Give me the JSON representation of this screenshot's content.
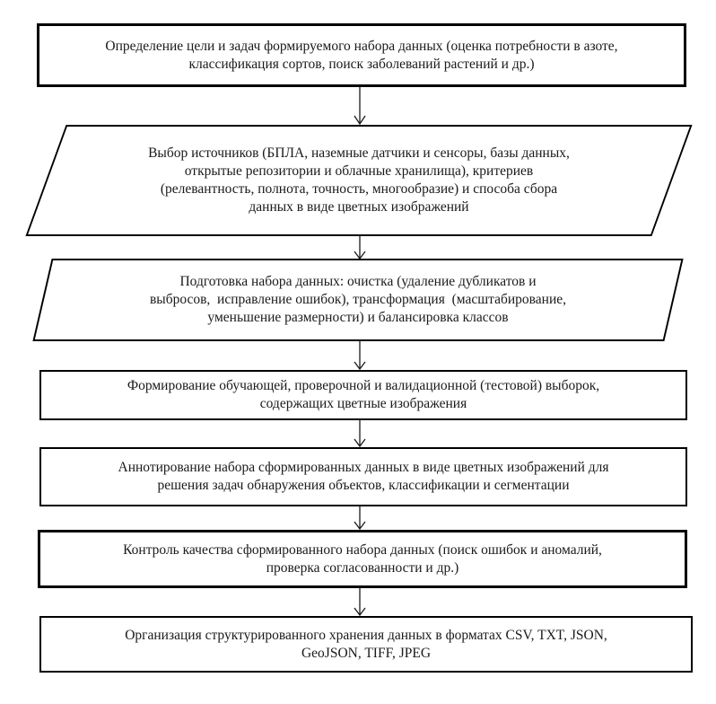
{
  "flowchart": {
    "description": "Dataset formation pipeline flowchart",
    "colors": {
      "background": "#ffffff",
      "box_border": "#000000",
      "text": "#1a1a1a",
      "connector": "#1a1a1a"
    },
    "steps": [
      {
        "id": "define-goals",
        "shape": "rectangle",
        "lines": [
          "Определение цели и задач формируемого набора данных (оценка потребности в азоте,",
          "классификация сортов, поиск заболеваний растений и др.)"
        ]
      },
      {
        "id": "select-sources",
        "shape": "parallelogram",
        "lines": [
          "Выбор источников (БПЛА, наземные датчики и сенсоры, базы данных,",
          "открытые репозитории и облачные хранилища), критериев",
          "(релевантность, полнота, точность, многообразие) и способа сбора",
          "данных в виде цветных изображений"
        ]
      },
      {
        "id": "prepare-dataset",
        "shape": "parallelogram",
        "lines": [
          "Подготовка набора данных: очистка (удаление дубликатов и",
          "выбросов,  исправление ошибок), трансформация  (масштабирование,",
          "уменьшение размерности) и балансировка классов"
        ]
      },
      {
        "id": "form-samples",
        "shape": "rectangle",
        "lines": [
          "Формирование обучающей, проверочной и валидационной (тестовой) выборок,",
          "содержащих цветные изображения"
        ]
      },
      {
        "id": "annotate-dataset",
        "shape": "rectangle",
        "lines": [
          "Аннотирование набора сформированных данных в виде цветных изображений для",
          "решения задач обнаружения объектов, классификации и сегментации"
        ]
      },
      {
        "id": "quality-control",
        "shape": "rectangle",
        "lines": [
          "Контроль качества сформированного набора данных (поиск ошибок и аномалий,",
          "проверка согласованности и др.)"
        ]
      },
      {
        "id": "structured-storage",
        "shape": "rectangle",
        "lines": [
          "Организация структурированного хранения данных в форматах CSV, TXT, JSON,",
          "GeoJSON, TIFF, JPEG"
        ]
      }
    ]
  }
}
